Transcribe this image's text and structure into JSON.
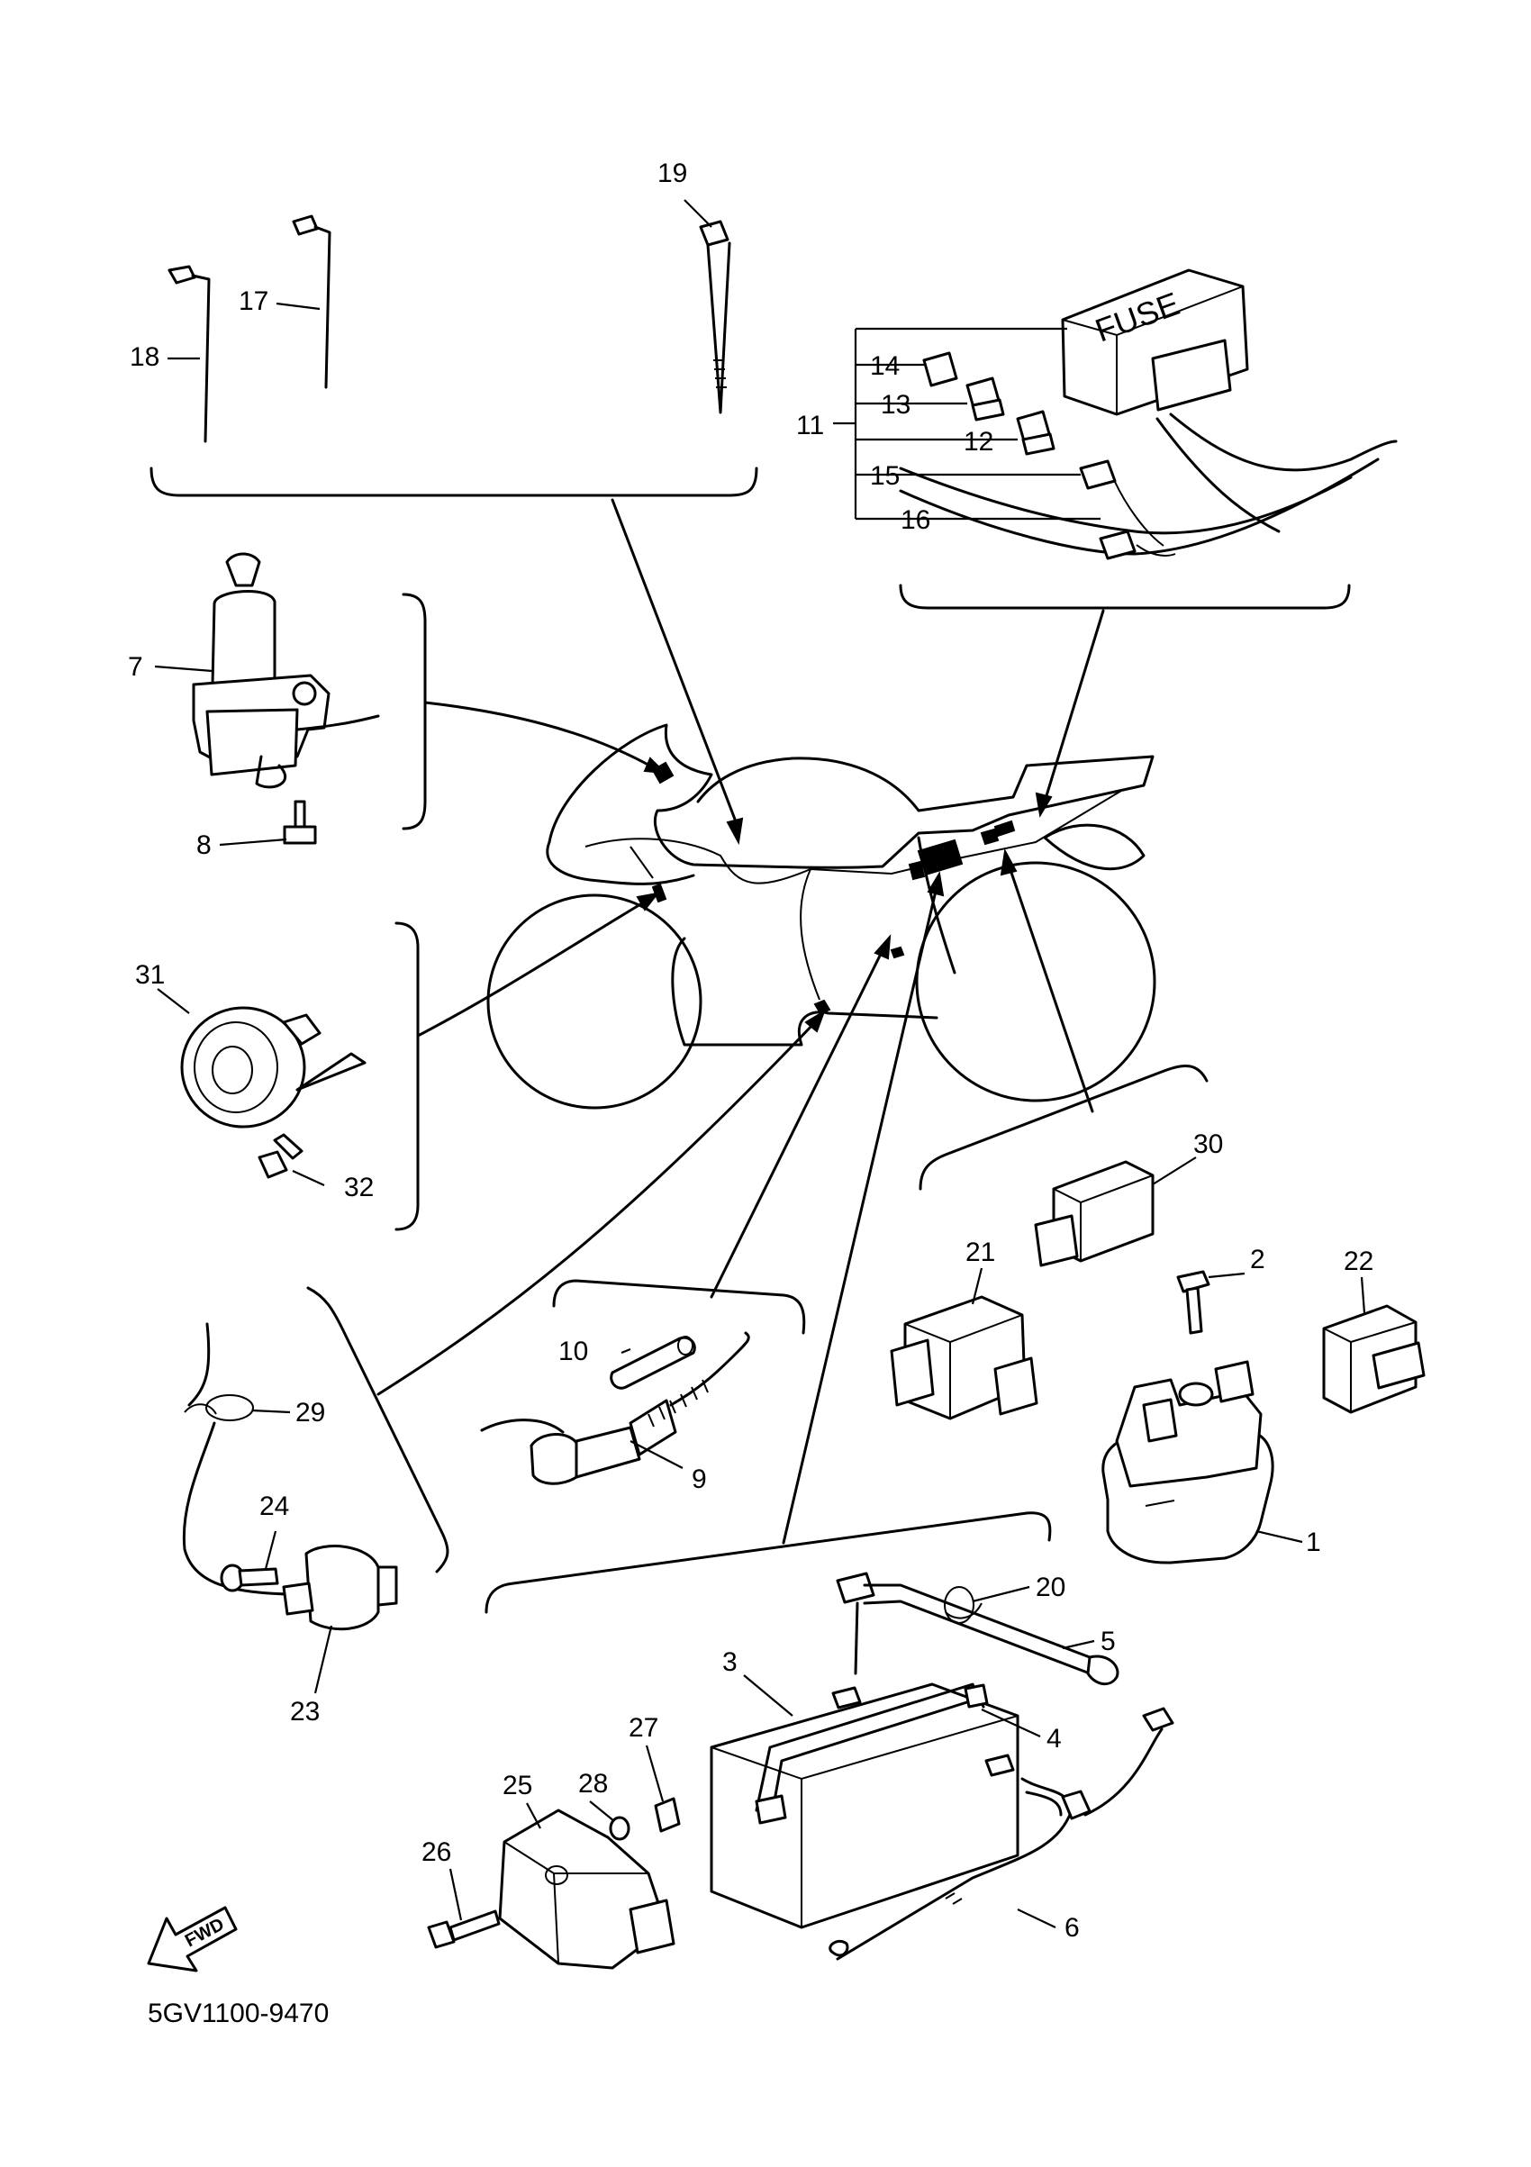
{
  "drawing_code": "5GV1100-9470",
  "fwd_label": "FWD",
  "fuse_label": "FUSE",
  "labels": {
    "p1": "1",
    "p2": "2",
    "p3": "3",
    "p4": "4",
    "p5": "5",
    "p6": "6",
    "p7": "7",
    "p8": "8",
    "p9": "9",
    "p10": "10",
    "p11": "11",
    "p12": "12",
    "p13": "13",
    "p14": "14",
    "p15": "15",
    "p16": "16",
    "p17": "17",
    "p18": "18",
    "p19": "19",
    "p20": "20",
    "p21": "21",
    "p22": "22",
    "p23": "23",
    "p24": "24",
    "p25": "25",
    "p26": "26",
    "p27": "27",
    "p28": "28",
    "p29": "29",
    "p30": "30",
    "p31": "31",
    "p32": "32"
  }
}
